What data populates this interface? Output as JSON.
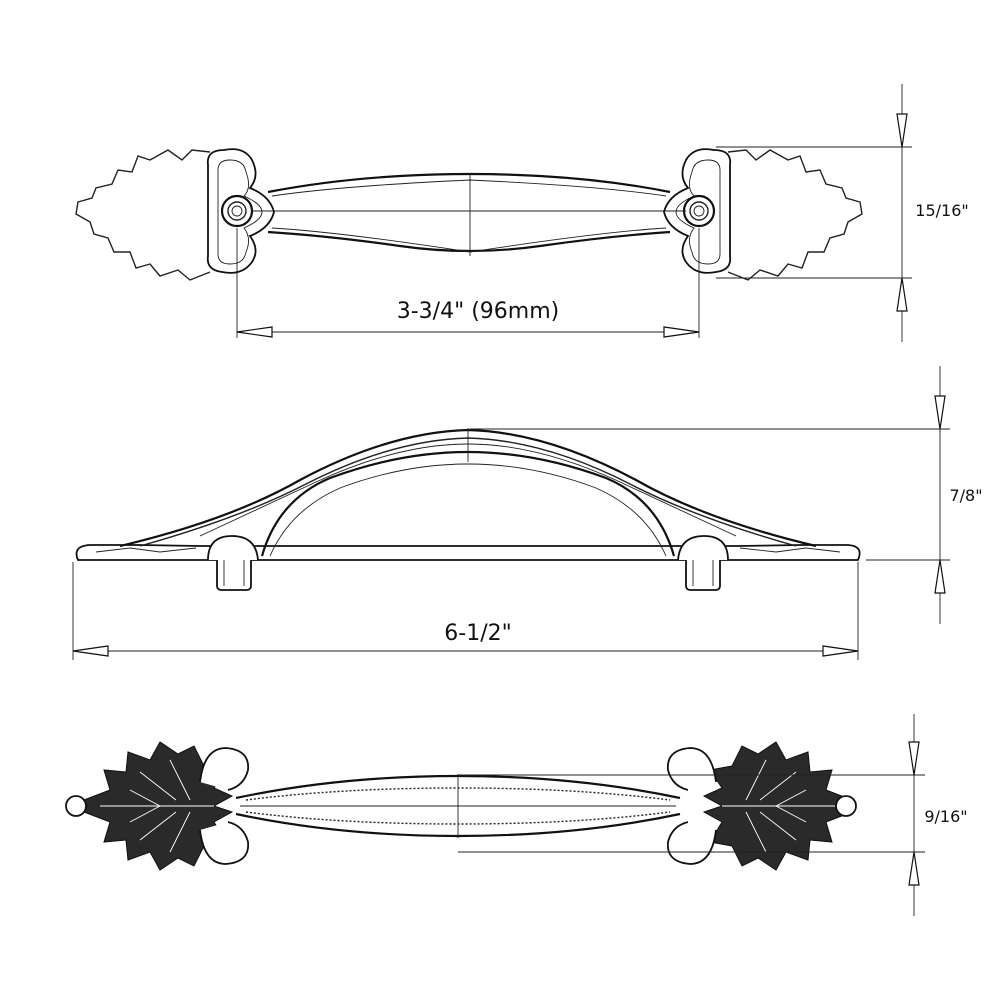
{
  "dimensions": {
    "hole_spacing": "3-3/4\" (96mm)",
    "top_height": "15/16\"",
    "projection": "7/8\"",
    "overall_length": "6-1/2\"",
    "bottom_width": "9/16\""
  },
  "colors": {
    "line": "#111111",
    "background": "#ffffff"
  }
}
